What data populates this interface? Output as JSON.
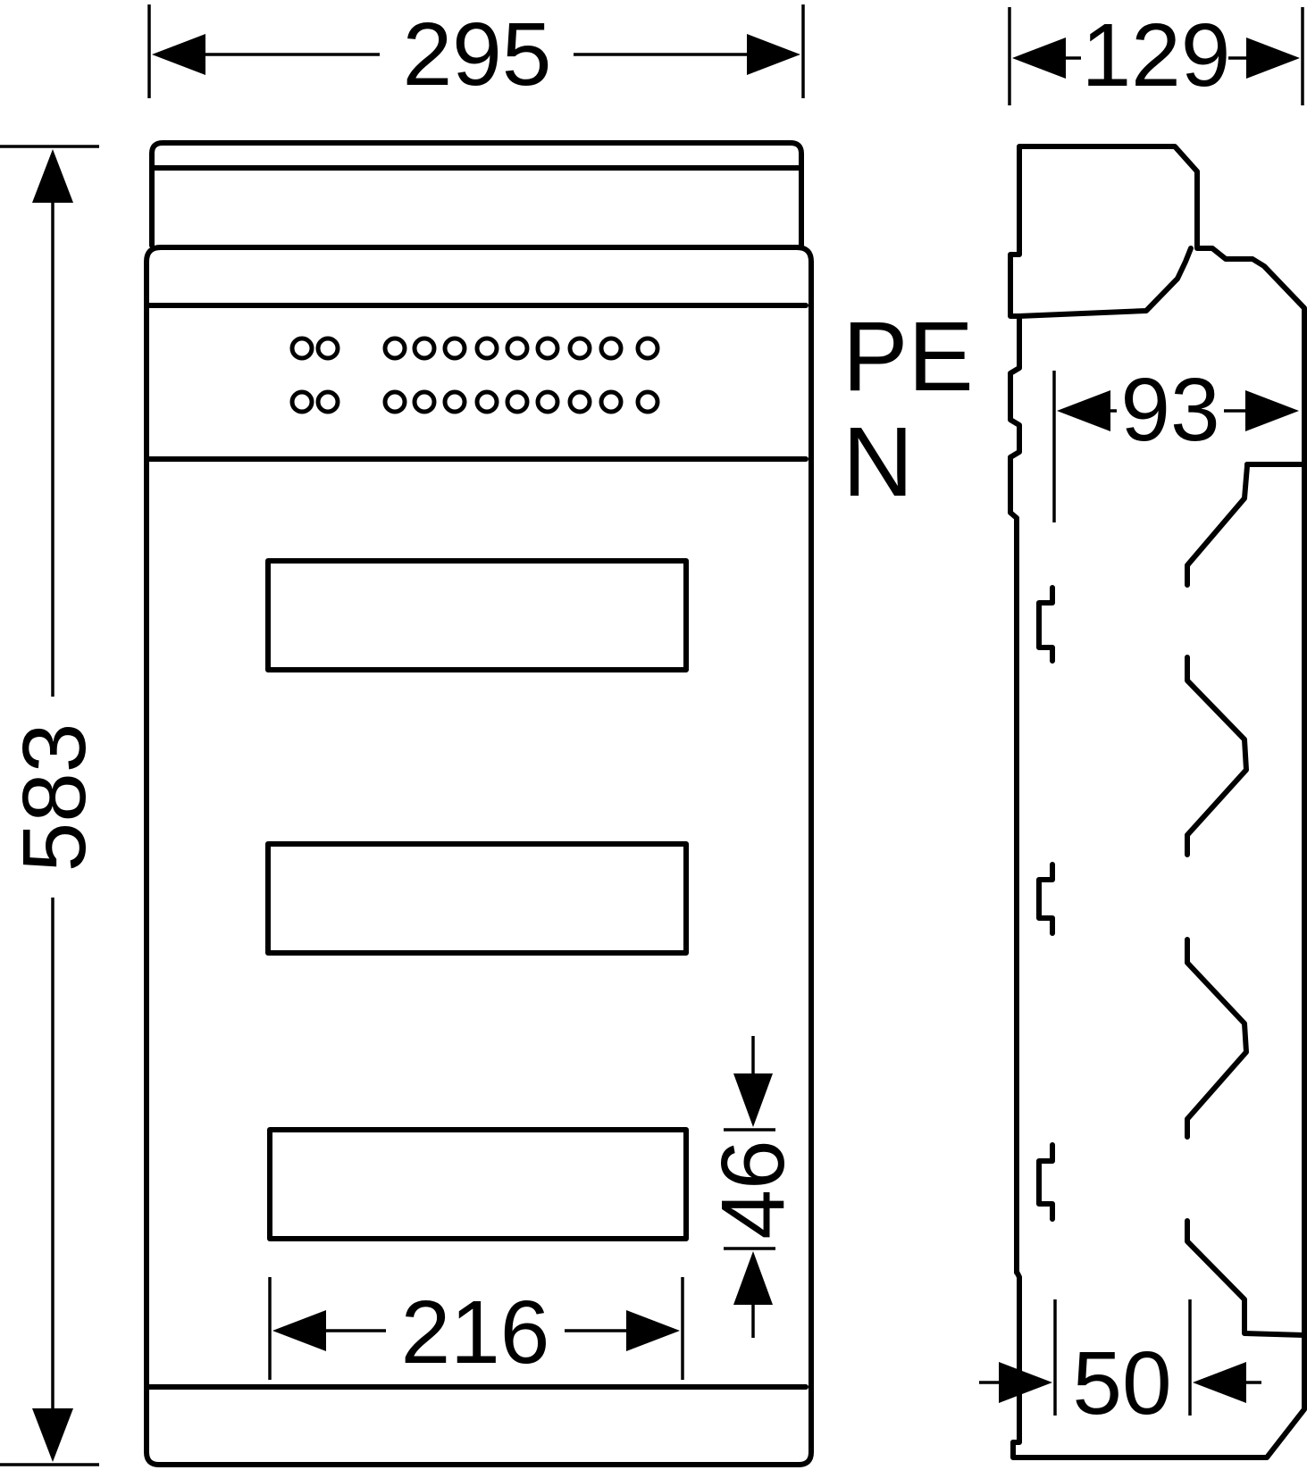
{
  "front_view": {
    "labels": {
      "pe": "PE",
      "n": "N"
    },
    "dimensions": {
      "overall_width": "295",
      "overall_height": "583",
      "window_width": "216",
      "window_height": "46"
    },
    "terminal_rows": 2,
    "module_windows": 3
  },
  "side_view": {
    "dimensions": {
      "depth": "129",
      "rail_depth": "93",
      "base_depth": "50"
    }
  },
  "colors": {
    "line": "#000000",
    "background": "#ffffff"
  }
}
